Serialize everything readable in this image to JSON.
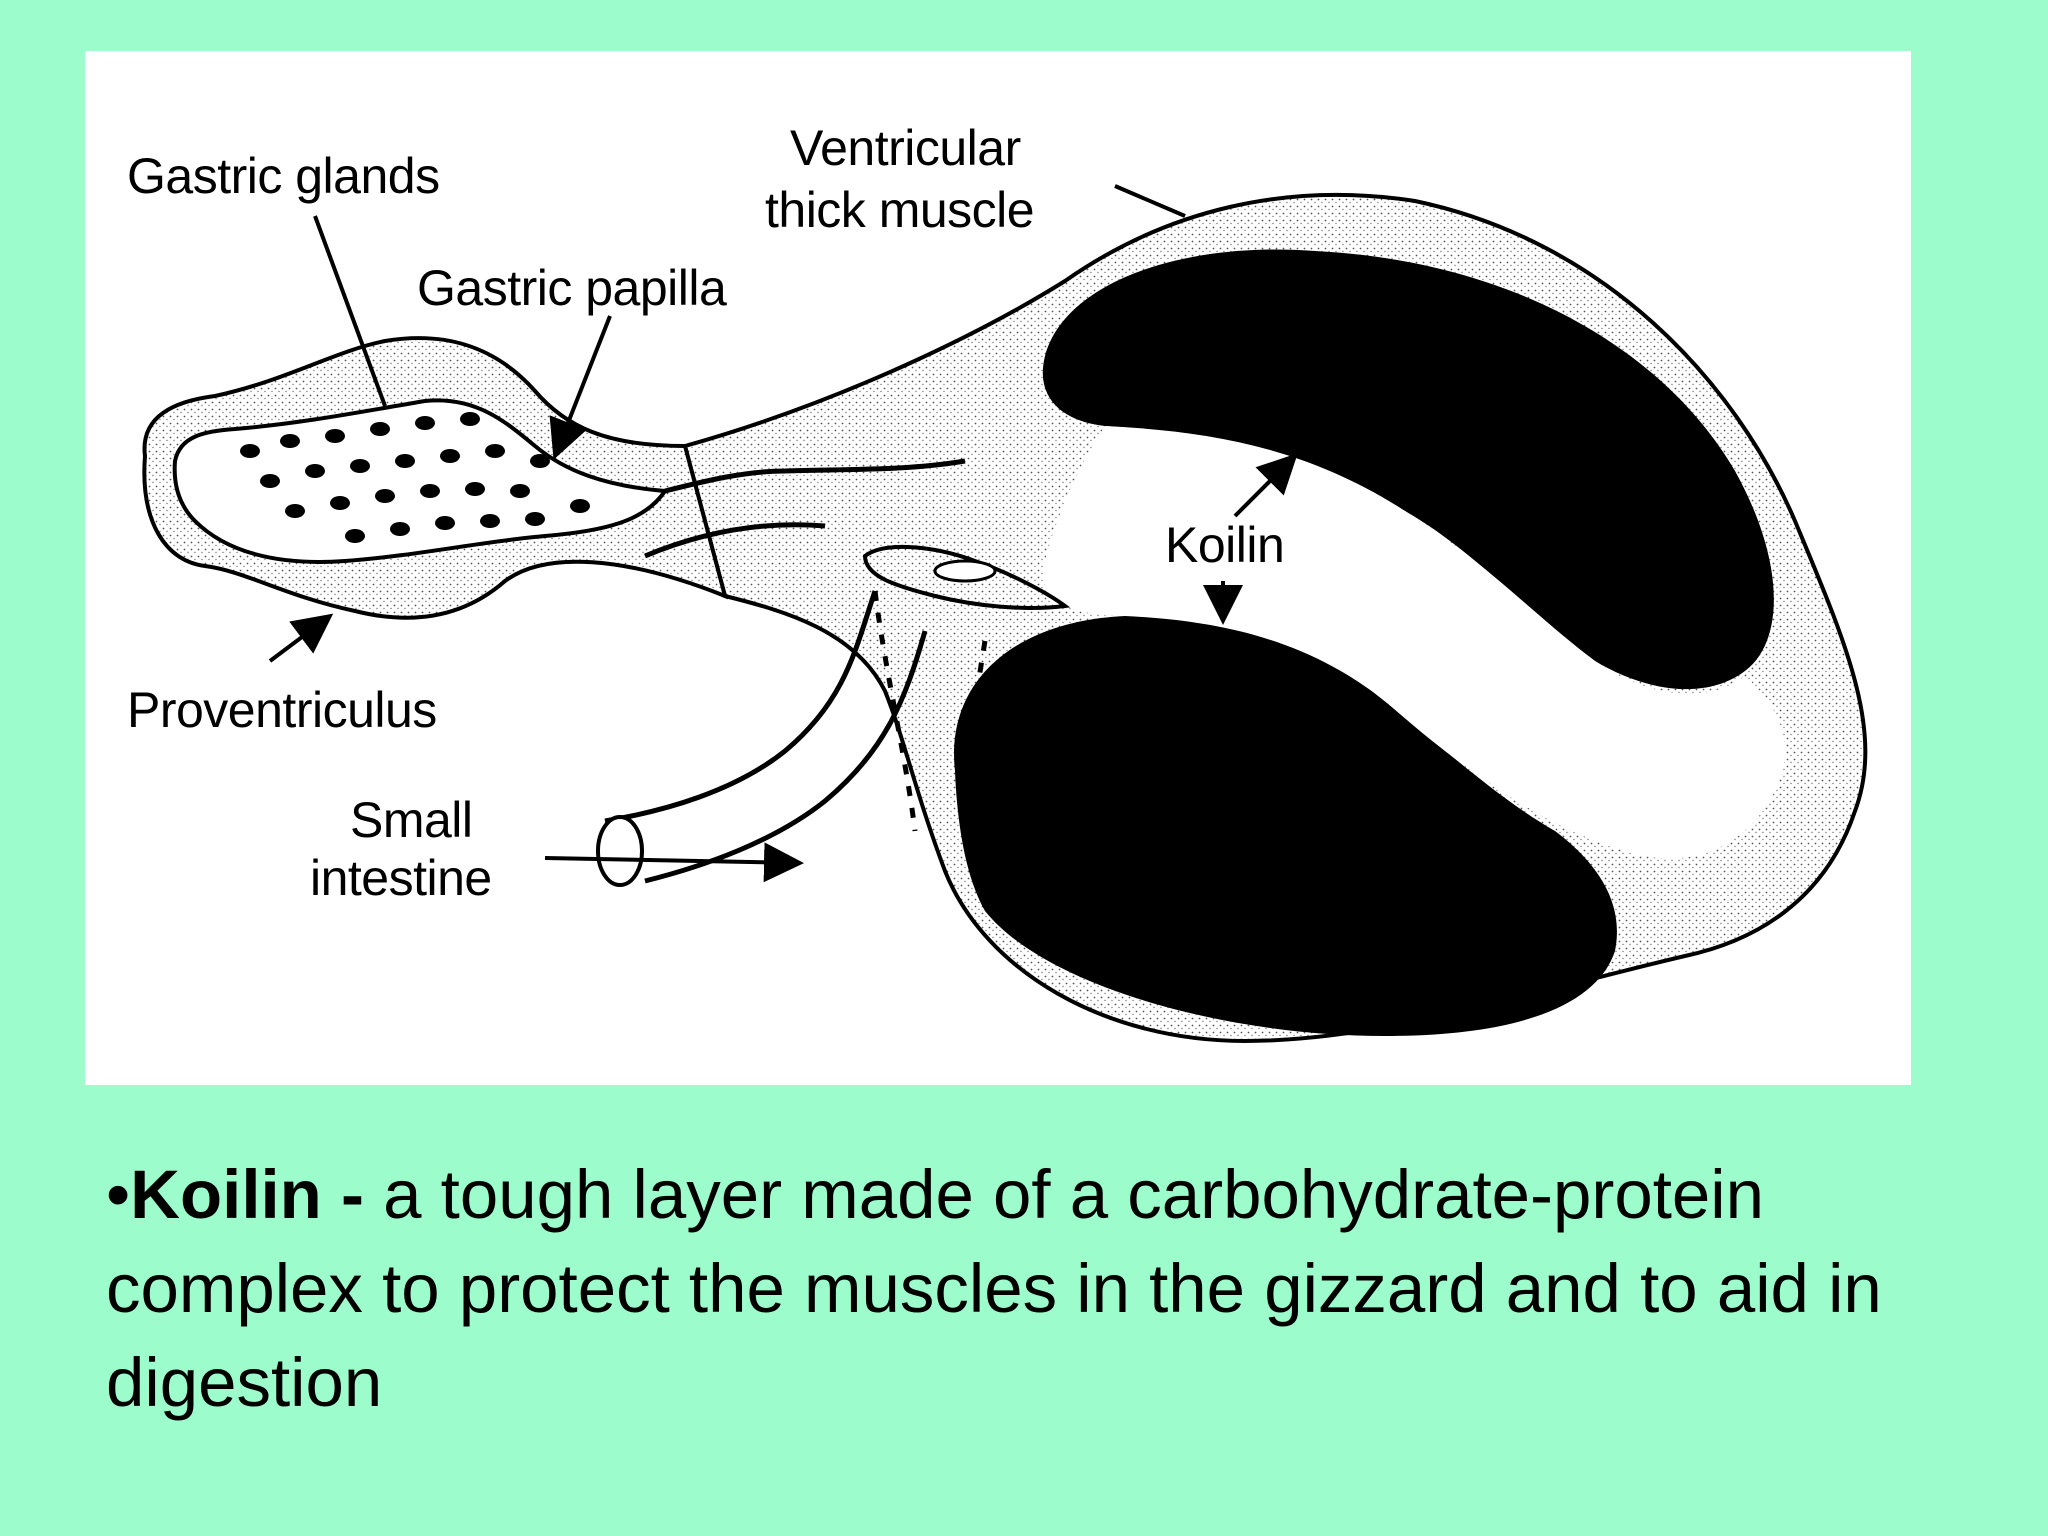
{
  "colors": {
    "slide_background": "#9cfccc",
    "panel_background": "#ffffff",
    "ink": "#000000"
  },
  "diagram": {
    "labels": {
      "gastric_glands": "Gastric glands",
      "ventricular_line1": "Ventricular",
      "ventricular_line2": "thick muscle",
      "gastric_papilla": "Gastric papilla",
      "koilin": "Koilin",
      "proventriculus": "Proventriculus",
      "small_intestine_line1": "Small",
      "small_intestine_line2": "intestine"
    }
  },
  "caption": {
    "bullet": "•",
    "term": "Koilin -",
    "description": " a tough layer made of a carbohydrate-protein complex to protect the muscles in the gizzard and to aid in digestion"
  }
}
